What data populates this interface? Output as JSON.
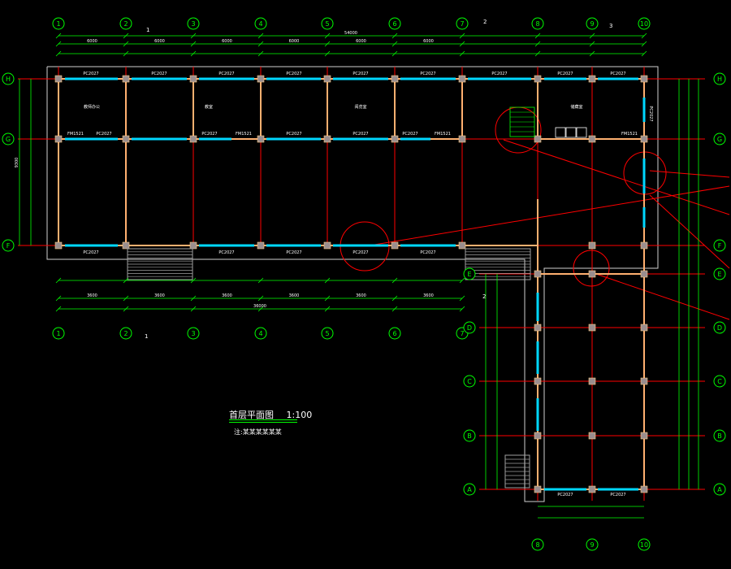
{
  "drawing": {
    "title": "首层平面图",
    "scale": "1:100",
    "note": "注:某某某某某某"
  },
  "grid": {
    "columns_main": [
      "1",
      "2",
      "3",
      "4",
      "5",
      "6",
      "7",
      "8",
      "9",
      "10"
    ],
    "columns_wing": [
      "8",
      "9",
      "10"
    ],
    "rows_main": [
      "H",
      "G",
      "F"
    ],
    "rows_wing": [
      "E",
      "D",
      "C",
      "B",
      "A"
    ],
    "section_marks_top": [
      "1",
      "2",
      "3"
    ],
    "section_marks_bottom": [
      "1",
      "2"
    ]
  },
  "windows": {
    "top_row": [
      "PC2027",
      "PC2027",
      "PC2027",
      "PC2027",
      "PC2027",
      "PC2027",
      "PC2027",
      "PC2027",
      "PC2027"
    ],
    "corridor_row": [
      "FM1521",
      "PC2027",
      "PC2027",
      "FM1521",
      "PC2027",
      "PC2027",
      "PC2027",
      "FM1521",
      "FM1521"
    ],
    "bottom_row": [
      "PC2027",
      "PC2027",
      "PC2027",
      "PC2027",
      "PC2027"
    ],
    "wing_bottom": [
      "PC2027",
      "PC2027"
    ],
    "wing_right": [
      "PC2027"
    ]
  },
  "rooms": {
    "labels": [
      "教师办公",
      "教室",
      "阅览室",
      "储藏室"
    ]
  },
  "dimensions": {
    "top_total": "54000",
    "bottom_total": "36000",
    "left_total": "9300",
    "bay": "3600",
    "bay_wide": "6000"
  },
  "colors": {
    "background": "#000000",
    "grid_line": "#ff0000",
    "wall": "#ffb070",
    "window": "#00d8ff",
    "dimension": "#00ff00",
    "column": "#9a8e8e",
    "stair": "#a0a0a0",
    "text": "#ffffff"
  }
}
